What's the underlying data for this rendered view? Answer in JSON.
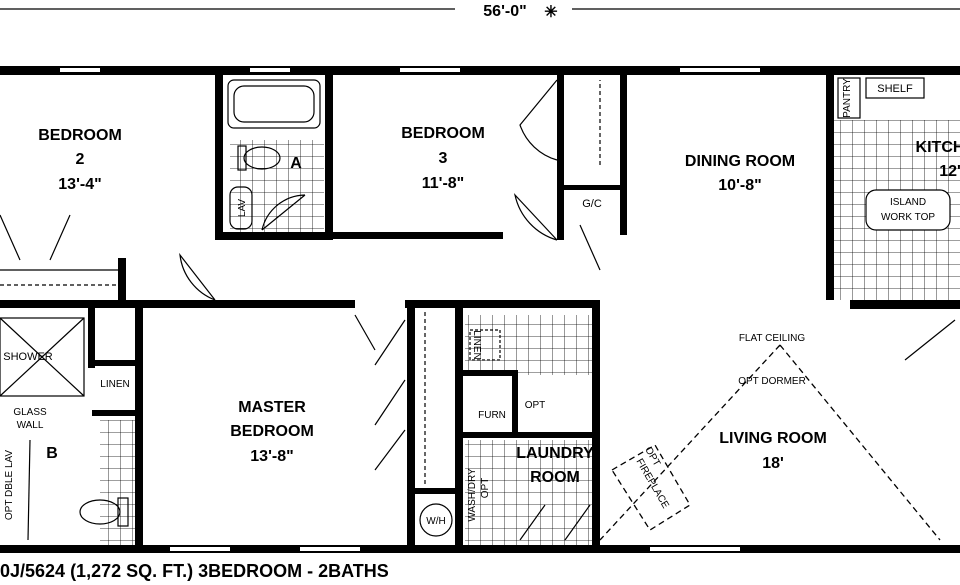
{
  "dimension": {
    "label": "56'-0\""
  },
  "rooms": {
    "bedroom2": {
      "name": "BEDROOM",
      "num": "2",
      "size": "13'-4\""
    },
    "bedroom3": {
      "name": "BEDROOM",
      "num": "3",
      "size": "11'-8\""
    },
    "dining": {
      "name": "DINING ROOM",
      "size": "10'-8\""
    },
    "kitchen": {
      "name": "KITCH",
      "size": "12'"
    },
    "master": {
      "name1": "MASTER",
      "name2": "BEDROOM",
      "size": "13'-8\""
    },
    "laundry": {
      "name1": "LAUNDRY",
      "name2": "ROOM"
    },
    "living": {
      "name": "LIVING ROOM",
      "size": "18'"
    }
  },
  "fixtures": {
    "bath_a": "A",
    "bath_b": "B",
    "lav": "LAV",
    "gc": "G/C",
    "pantry": "PANTRY",
    "shelf": "SHELF",
    "island1": "ISLAND",
    "island2": "WORK TOP",
    "shower": "SHOWER",
    "linen": "LINEN",
    "linen2": "LINEN",
    "glass1": "GLASS",
    "glass2": "WALL",
    "opt_dble_lav": "OPT DBLE LAV",
    "furn": "FURN",
    "opt": "OPT",
    "wh": "W/H",
    "washdry1": "WASH/DRY",
    "washdry2": "OPT",
    "flat_ceiling": "FLAT CEILING",
    "opt_dormer": "OPT DORMER",
    "fireplace1": "OPT",
    "fireplace2": "FIREPLACE"
  },
  "caption": "0J/5624 (1,272 SQ. FT.) 3BEDROOM - 2BATHS"
}
